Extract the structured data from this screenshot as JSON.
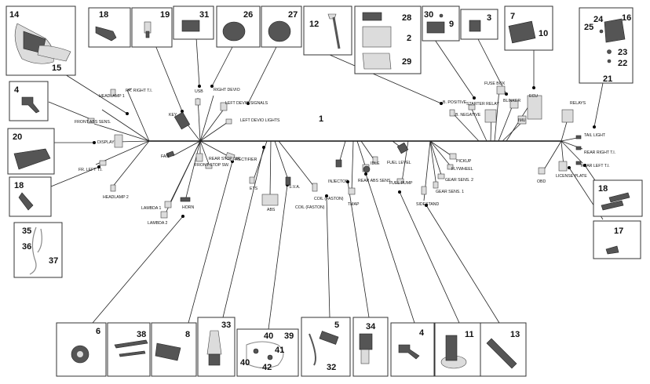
{
  "main_label": "1",
  "harness_labels": {
    "fr_right_ti": "FR. RIGHT T.I.",
    "headlamp_1": "HEADLAMP 1",
    "front_abs_sens": "FRONT ABS SENS.",
    "display": "DISPLAY",
    "fr_left_ti": "FR. LEFT T.I.",
    "headlamp_2": "HEADLAMP 2",
    "key": "KEY",
    "usb": "USB",
    "right_devio": "RIGHT DEVIO",
    "left_devio_signals": "LEFT DEVIO SIGNALS",
    "left_devio_lights": "LEFT DEVIO LIGHTS",
    "fan": "FAN",
    "rear_stop_sw": "REAR STOP SW.",
    "front_stop_sw": "FRONT STOP SW.",
    "rectifier": "RECTIFIER",
    "lambda_1": "LAMBDA 1",
    "lambda_2": "LAMBDA 2",
    "horn": "HORN",
    "ets": "ETS",
    "abs": "ABS",
    "sva": "S.V.A.",
    "coil_faston_1": "COIL (FASTON)",
    "coil_faston_2": "COIL (FASTON)",
    "injector": "INJECTOR",
    "idle": "IDLE",
    "rear_abs_sens": "REAR ABS SENS.",
    "tmap": "TMAP",
    "fuel_level": "FUEL LEVEL",
    "fuel_pump": "FUEL PUMP",
    "pickup": "PICKUP",
    "flywheel": "FLYWHEEL",
    "gear_sens_2": "GEAR SENS. 2",
    "gear_sens_1": "GEAR SENS. 1",
    "sidestand": "SIDESTAND",
    "b_positive": "B. POSITIVE",
    "b_negative": "B. NEGATIVE",
    "starter_relay": "STARTER RELAY",
    "fuse_box": "FUSE BOX",
    "blinker": "BLINKER",
    "imu": "IMU",
    "ecu": "ECU",
    "relays": "RELAYS",
    "tail_light": "TAIL LIGHT",
    "rear_right_ti": "REAR RIGHT T.I.",
    "rear_left_ti": "REAR LEFT T.I.",
    "obd": "OBD",
    "license_plate": "LICENSE PLATE"
  },
  "callouts": {
    "c14": "14",
    "c15": "15",
    "c18a": "18",
    "c19": "19",
    "c31": "31",
    "c26": "26",
    "c27": "27",
    "c12": "12",
    "c28": "28",
    "c2": "2",
    "c29": "29",
    "c30": "30",
    "c9": "9",
    "c3": "3",
    "c7": "7",
    "c10": "10",
    "c24": "24",
    "c16": "16",
    "c25": "25",
    "c23": "23",
    "c22": "22",
    "c21": "21",
    "c4a": "4",
    "c20": "20",
    "c18b": "18",
    "c35": "35",
    "c36": "36",
    "c37": "37",
    "c18c": "18",
    "c17": "17",
    "c6": "6",
    "c38": "38",
    "c8": "8",
    "c33": "33",
    "c40a": "40",
    "c39": "39",
    "c41": "41",
    "c40b": "40",
    "c42": "42",
    "c5": "5",
    "c32": "32",
    "c34": "34",
    "c4b": "4",
    "c11": "11",
    "c13": "13"
  }
}
